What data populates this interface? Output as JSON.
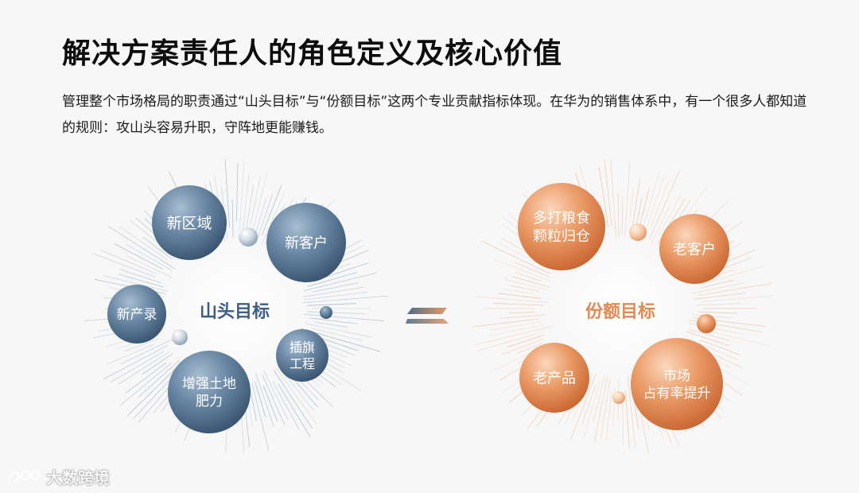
{
  "title": "解决方案责任人的角色定义及核心价值",
  "description": "管理整个市场格局的职责通过“山头目标”与“份额目标”这两个专业贡献指标体现。在华为的销售体系中，有一个很多人都知道的规则：攻山头容易升职，守阵地更能赚钱。",
  "left_cluster": {
    "center_label": "山头目标",
    "color": "#4f6d88",
    "bubbles": [
      {
        "lines": [
          "新区域"
        ]
      },
      {
        "lines": [
          "新客户"
        ]
      },
      {
        "lines": [
          "新产录"
        ]
      },
      {
        "lines": [
          "插旗",
          "工程"
        ]
      },
      {
        "lines": [
          "增强土地",
          "肥力"
        ]
      }
    ]
  },
  "right_cluster": {
    "center_label": "份额目标",
    "color": "#e0864e",
    "bubbles": [
      {
        "lines": [
          "多打粮食",
          "颗粒归仓"
        ]
      },
      {
        "lines": [
          "老客户"
        ]
      },
      {
        "lines": [
          "老产品"
        ]
      },
      {
        "lines": [
          "市场",
          "占有率提升"
        ]
      }
    ]
  },
  "watermark": "大数跨境"
}
